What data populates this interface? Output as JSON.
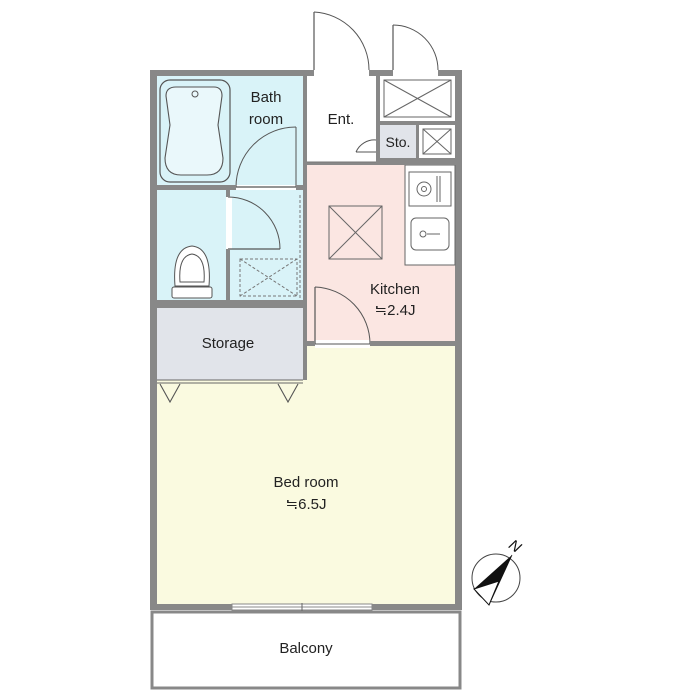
{
  "rooms": {
    "bath": {
      "line1": "Bath",
      "line2": "room"
    },
    "entrance": {
      "label": "Ent."
    },
    "storage_small": {
      "label": "Sto."
    },
    "kitchen": {
      "label": "Kitchen",
      "size": "≒2.4J"
    },
    "storage": {
      "label": "Storage"
    },
    "bedroom": {
      "label": "Bed room",
      "size": "≒6.5J"
    },
    "balcony": {
      "label": "Balcony"
    }
  },
  "compass": {
    "label": "N"
  },
  "colors": {
    "wall": "#888888",
    "wet_area": "#d9f3f8",
    "kitchen": "#fbe6e2",
    "bedroom": "#fafae0",
    "storage": "#e1e4ea",
    "line": "#555555"
  }
}
